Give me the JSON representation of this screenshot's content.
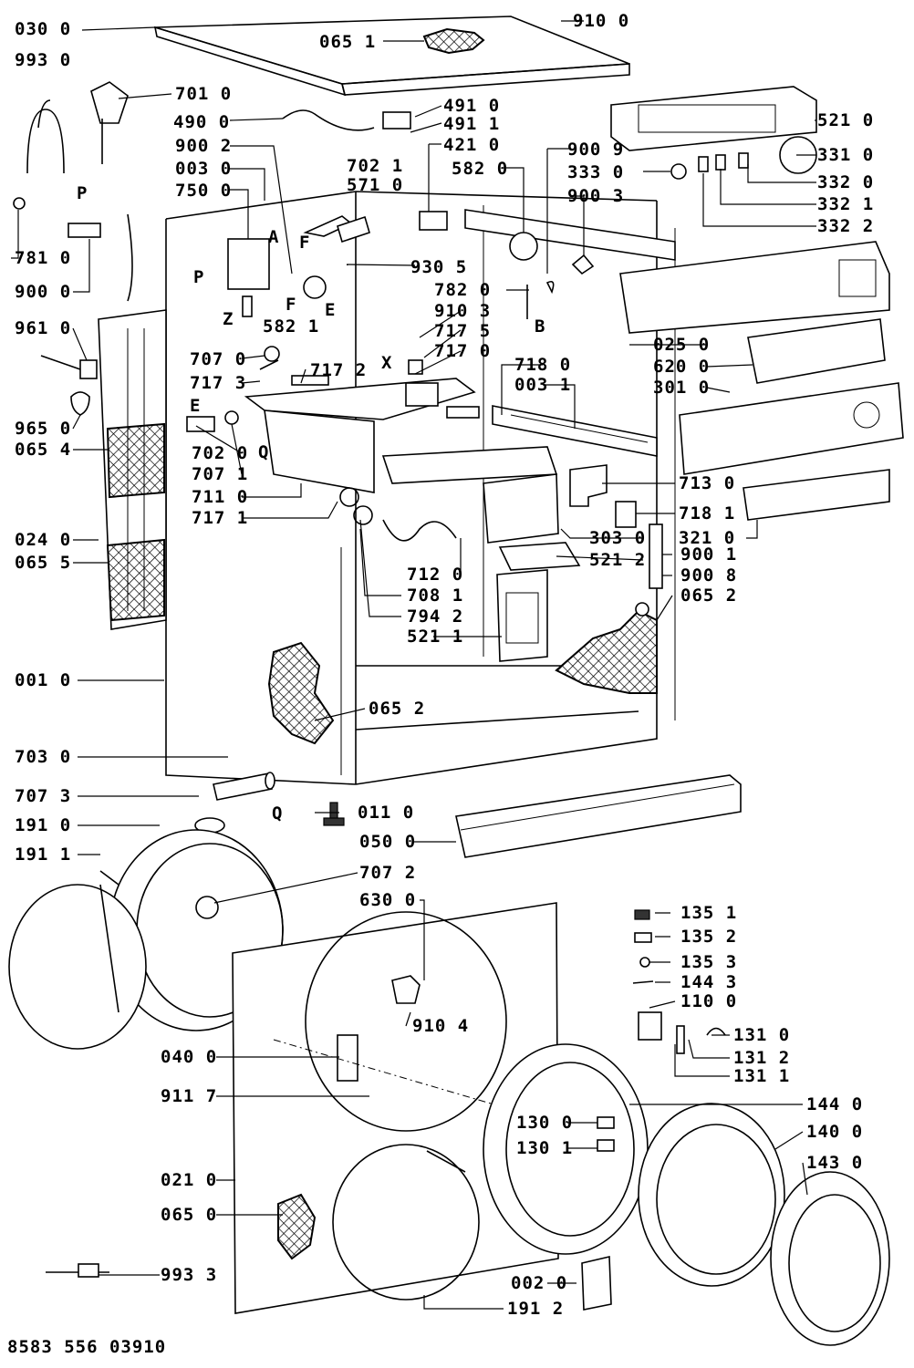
{
  "diagram": {
    "document_number": "8583 556 03910",
    "part_labels": [
      {
        "id": "030-0",
        "text": "030 0"
      },
      {
        "id": "993-0",
        "text": "993 0"
      },
      {
        "id": "065-1",
        "text": "065 1"
      },
      {
        "id": "910-0",
        "text": "910 0"
      },
      {
        "id": "701-0",
        "text": "701 0"
      },
      {
        "id": "490-0",
        "text": "490 0"
      },
      {
        "id": "491-0",
        "text": "491 0"
      },
      {
        "id": "491-1",
        "text": "491 1"
      },
      {
        "id": "421-0",
        "text": "421 0"
      },
      {
        "id": "582-0",
        "text": "582 0"
      },
      {
        "id": "900-2",
        "text": "900 2"
      },
      {
        "id": "003-0",
        "text": "003 0"
      },
      {
        "id": "750-0",
        "text": "750 0"
      },
      {
        "id": "702-1",
        "text": "702 1"
      },
      {
        "id": "571-0",
        "text": "571 0"
      },
      {
        "id": "521-0",
        "text": "521 0"
      },
      {
        "id": "900-9",
        "text": "900 9"
      },
      {
        "id": "331-0",
        "text": "331 0"
      },
      {
        "id": "333-0",
        "text": "333 0"
      },
      {
        "id": "332-0",
        "text": "332 0"
      },
      {
        "id": "900-3",
        "text": "900 3"
      },
      {
        "id": "332-1",
        "text": "332 1"
      },
      {
        "id": "332-2",
        "text": "332 2"
      },
      {
        "id": "781-0",
        "text": "781 0"
      },
      {
        "id": "900-0",
        "text": "900 0"
      },
      {
        "id": "582-1",
        "text": "582 1"
      },
      {
        "id": "930-5",
        "text": "930 5"
      },
      {
        "id": "782-0",
        "text": "782 0"
      },
      {
        "id": "910-3",
        "text": "910 3"
      },
      {
        "id": "717-5",
        "text": "717 5"
      },
      {
        "id": "717-0",
        "text": "717 0"
      },
      {
        "id": "961-0",
        "text": "961 0"
      },
      {
        "id": "707-0",
        "text": "707 0"
      },
      {
        "id": "717-3",
        "text": "717 3"
      },
      {
        "id": "717-2",
        "text": "717 2"
      },
      {
        "id": "025-0",
        "text": "025 0"
      },
      {
        "id": "620-0",
        "text": "620 0"
      },
      {
        "id": "718-0",
        "text": "718 0"
      },
      {
        "id": "003-1",
        "text": "003 1"
      },
      {
        "id": "301-0",
        "text": "301 0"
      },
      {
        "id": "965-0",
        "text": "965 0"
      },
      {
        "id": "065-4",
        "text": "065 4"
      },
      {
        "id": "702-0",
        "text": "702 0"
      },
      {
        "id": "707-1",
        "text": "707 1"
      },
      {
        "id": "711-0",
        "text": "711 0"
      },
      {
        "id": "717-1",
        "text": "717 1"
      },
      {
        "id": "713-0",
        "text": "713 0"
      },
      {
        "id": "718-1",
        "text": "718 1"
      },
      {
        "id": "024-0",
        "text": "024 0"
      },
      {
        "id": "303-0",
        "text": "303 0"
      },
      {
        "id": "321-0",
        "text": "321 0"
      },
      {
        "id": "065-5",
        "text": "065 5"
      },
      {
        "id": "521-2",
        "text": "521 2"
      },
      {
        "id": "900-1",
        "text": "900 1"
      },
      {
        "id": "712-0",
        "text": "712 0"
      },
      {
        "id": "900-8",
        "text": "900 8"
      },
      {
        "id": "065-2a",
        "text": "065 2"
      },
      {
        "id": "708-1",
        "text": "708 1"
      },
      {
        "id": "794-2",
        "text": "794 2"
      },
      {
        "id": "521-1",
        "text": "521 1"
      },
      {
        "id": "001-0",
        "text": "001 0"
      },
      {
        "id": "065-2b",
        "text": "065 2"
      },
      {
        "id": "703-0",
        "text": "703 0"
      },
      {
        "id": "707-3",
        "text": "707 3"
      },
      {
        "id": "011-0",
        "text": "011 0"
      },
      {
        "id": "191-0",
        "text": "191 0"
      },
      {
        "id": "050-0",
        "text": "050 0"
      },
      {
        "id": "191-1",
        "text": "191 1"
      },
      {
        "id": "707-2",
        "text": "707 2"
      },
      {
        "id": "630-0",
        "text": "630 0"
      },
      {
        "id": "135-1",
        "text": "135 1"
      },
      {
        "id": "135-2",
        "text": "135 2"
      },
      {
        "id": "135-3",
        "text": "135 3"
      },
      {
        "id": "144-3",
        "text": "144 3"
      },
      {
        "id": "110-0",
        "text": "110 0"
      },
      {
        "id": "910-4",
        "text": "910 4"
      },
      {
        "id": "131-0",
        "text": "131 0"
      },
      {
        "id": "040-0",
        "text": "040 0"
      },
      {
        "id": "131-2",
        "text": "131 2"
      },
      {
        "id": "131-1",
        "text": "131 1"
      },
      {
        "id": "911-7",
        "text": "911 7"
      },
      {
        "id": "144-0",
        "text": "144 0"
      },
      {
        "id": "130-0",
        "text": "130 0"
      },
      {
        "id": "140-0",
        "text": "140 0"
      },
      {
        "id": "130-1",
        "text": "130 1"
      },
      {
        "id": "021-0",
        "text": "021 0"
      },
      {
        "id": "143-0",
        "text": "143 0"
      },
      {
        "id": "065-0",
        "text": "065 0"
      },
      {
        "id": "993-3",
        "text": "993 3"
      },
      {
        "id": "002-0",
        "text": "002 0"
      },
      {
        "id": "191-2",
        "text": "191 2"
      }
    ],
    "letter_markers": [
      {
        "id": "P1",
        "text": "P"
      },
      {
        "id": "A",
        "text": "A"
      },
      {
        "id": "P2",
        "text": "P"
      },
      {
        "id": "F1",
        "text": "F"
      },
      {
        "id": "F2",
        "text": "F"
      },
      {
        "id": "E1",
        "text": "E"
      },
      {
        "id": "Z",
        "text": "Z"
      },
      {
        "id": "B",
        "text": "B"
      },
      {
        "id": "X",
        "text": "X"
      },
      {
        "id": "E2",
        "text": "E"
      },
      {
        "id": "Q1",
        "text": "Q"
      },
      {
        "id": "Q2",
        "text": "Q"
      }
    ]
  }
}
